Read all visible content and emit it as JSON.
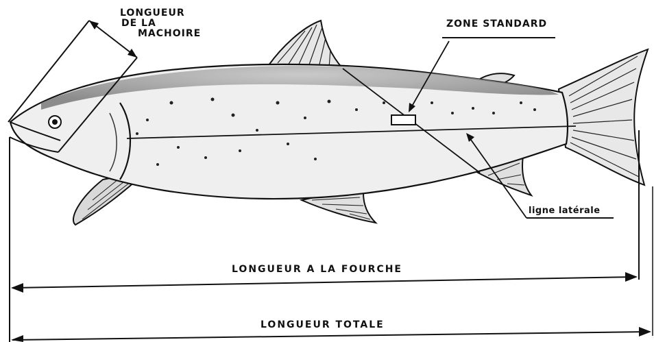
{
  "labels": {
    "jaw": {
      "line1": "LONGUEUR",
      "line2": "DE LA",
      "line3": "MACHOIRE"
    },
    "zone_standard": "ZONE STANDARD",
    "lateral_line": "ligne latérale",
    "fork_length": "LONGUEUR A LA FOURCHE",
    "total_length": "LONGUEUR TOTALE"
  }
}
